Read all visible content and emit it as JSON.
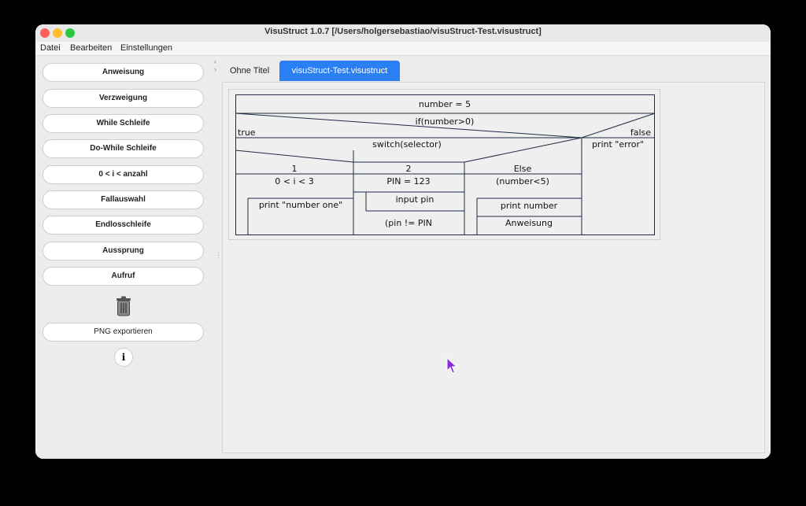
{
  "window": {
    "title": "VisuStruct 1.0.7 [/Users/holgersebastiao/visuStruct-Test.visustruct]"
  },
  "menu": [
    "Datei",
    "Bearbeiten",
    "Einstellungen"
  ],
  "sidebar": {
    "buttons": [
      "Anweisung",
      "Verzweigung",
      "While Schleife",
      "Do-While Schleife",
      "0 < i < anzahl",
      "Fallauswahl",
      "Endlosschleife",
      "Aussprung",
      "Aufruf"
    ],
    "trash_icon": "trash-icon",
    "export_label": "PNG exportieren",
    "info_label": "i"
  },
  "tabs": [
    {
      "label": "Ohne Titel",
      "active": false
    },
    {
      "label": "visuStruct-Test.visustruct",
      "active": true
    }
  ],
  "diagram": {
    "assign": "number = 5",
    "if_condition": "if(number>0)",
    "true_label": "true",
    "false_label": "false",
    "switch": "switch(selector)",
    "case1_label": "1",
    "case2_label": "2",
    "case_else_label": "Else",
    "case1_loop": "0 < i < 3",
    "case1_body": "print \"number one\"",
    "case2_assign": "PIN = 123",
    "case2_loop_body": "input pin",
    "case2_loop_cond": "(pin != PIN",
    "else_loop": "(number<5)",
    "else_body_1": "print number",
    "else_body_2": "Anweisung",
    "false_body": "print \"error\""
  },
  "colors": {
    "accent": "#2b7ff5",
    "close": "#ff5f57",
    "minimize": "#febc2e",
    "maximize": "#28c840",
    "cursor": "#8a2be2"
  }
}
